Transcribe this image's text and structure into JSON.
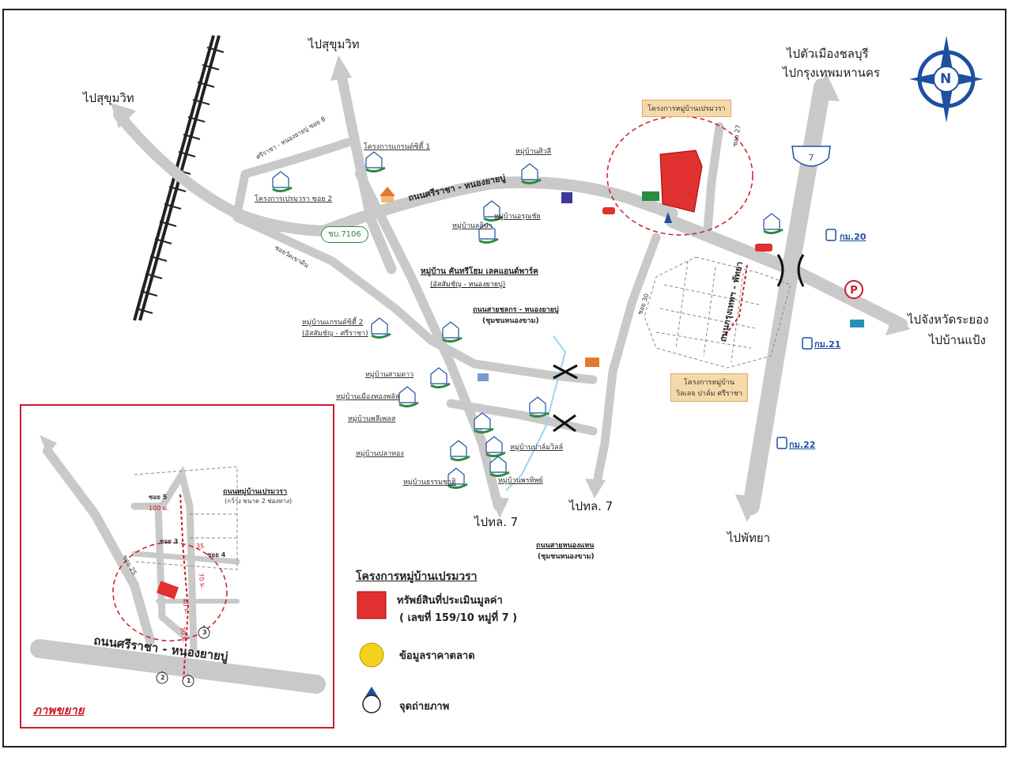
{
  "destinations": {
    "sukhumvit_top": "ไปสุขุมวิท",
    "sukhumvit_left": "ไปสุขุมวิท",
    "chonburi": "ไปตัวเมืองชลบุรี",
    "bangkok": "ไปกรุงเทพมหานคร",
    "rayong": "ไปจังหวัดระยอง",
    "ban_phe": "ไปบ้านแป้ง",
    "pattaya": "ไปพัทยา",
    "tl7_a": "ไปทล. 7",
    "tl7_b": "ไปทล. 7"
  },
  "roads": {
    "main": "ถนนศรีราชา - หนองยายบู่",
    "sukhumvit_pattaya": "ถนนกรุงเทพฯ - พัทยา",
    "sai_chonlakorn": "ถนนสายชลกร - หนองยายบู่",
    "sai_chonlakorn_sub": "(ชุมชนหนองขาม)",
    "sai_nong_khan": "ถนนสายหนองแหน",
    "sai_nong_khan_sub": "(ชุมชนหนองขาม)",
    "route_7106": "ชบ.7106",
    "soi_sriracha_8": "ศรีราชา - หนองยายบู่ ซอย 8",
    "soi_30": "ซอย 30",
    "soi_27": "ซอย 27",
    "soi_wat": "ซอยวัดเขาดิน"
  },
  "km": {
    "km20": "กม.20",
    "km21": "กม.21",
    "km22": "กม.22"
  },
  "project_label": "โครงการหมู่บ้านเปรมวรา",
  "villages": {
    "v1": "โครงการแกรนด์ซิตี้ 1",
    "v2": "โครงการเปรมวรา ซอย 2",
    "v3": "หมู่บ้านศิวลี",
    "v4": "หมู่บ้านอรุณชัย",
    "v5": "หมู่บ้านลลิษา",
    "v6": "หมู่บ้าน คันทรีโฮม เลคแอนด์พาร์ค",
    "v6_sub": "(อัสสัมชัญ - หนองยายบู่)",
    "v7": "หมู่บ้านแกรนด์ซิตี้ 2",
    "v7_sub": "(อัสสัมชัญ - ศรีราชา)",
    "v8": "หมู่บ้านสามดาว",
    "v9": "หมู่บ้านเมืองทองพลัส",
    "v10": "หมู่บ้านพลีเพลส",
    "v11": "หมู่บ้านปลาทอง",
    "v12": "หมู่บ้านธรรมชาติ",
    "v13": "หมู่บ้านปาล์มวิลล์",
    "v14": "หมู่บ้านพรทิพย์",
    "v15": "โครงการหมู่บ้าน",
    "v15_sub": "วิลเลจ ปาล์ม ศรีราชา"
  },
  "legend": {
    "title": "โครงการหมู่บ้านเปรมวรา",
    "asset": "ทรัพย์สินที่ประเมินมูลค่า",
    "asset_sub": "( เลขที่ 159/10 หมู่ที่ 7 )",
    "market": "ข้อมูลราคาตลาด",
    "photo": "จุดถ่ายภาพ"
  },
  "inset": {
    "title": "ภาพขยาย",
    "road_main": "ถนนศรีราชา - หนองยายบู่",
    "road_village": "ถนนหมู่บ้านเปรมวรา",
    "road_village_sub": "(กว้าง ขนาด 2 ช่องทาง)",
    "soi3": "ซอย 3",
    "soi4": "ซอย 4",
    "soi5": "ซอย 5",
    "soi25": "ซอย 25",
    "d100": "100 ม.",
    "d35": "35",
    "d70": "70 ม.",
    "d40": "40 ม.",
    "d30": "30 ม.",
    "p1": "1",
    "p2": "2",
    "p3": "3"
  },
  "colors": {
    "road": "#c9c9c9",
    "asset": "#e03030",
    "accent_red": "#c81e2a",
    "green": "#2e8b3c",
    "blue": "#1f4fa0",
    "market": "#f2d21c"
  },
  "compass": "N"
}
